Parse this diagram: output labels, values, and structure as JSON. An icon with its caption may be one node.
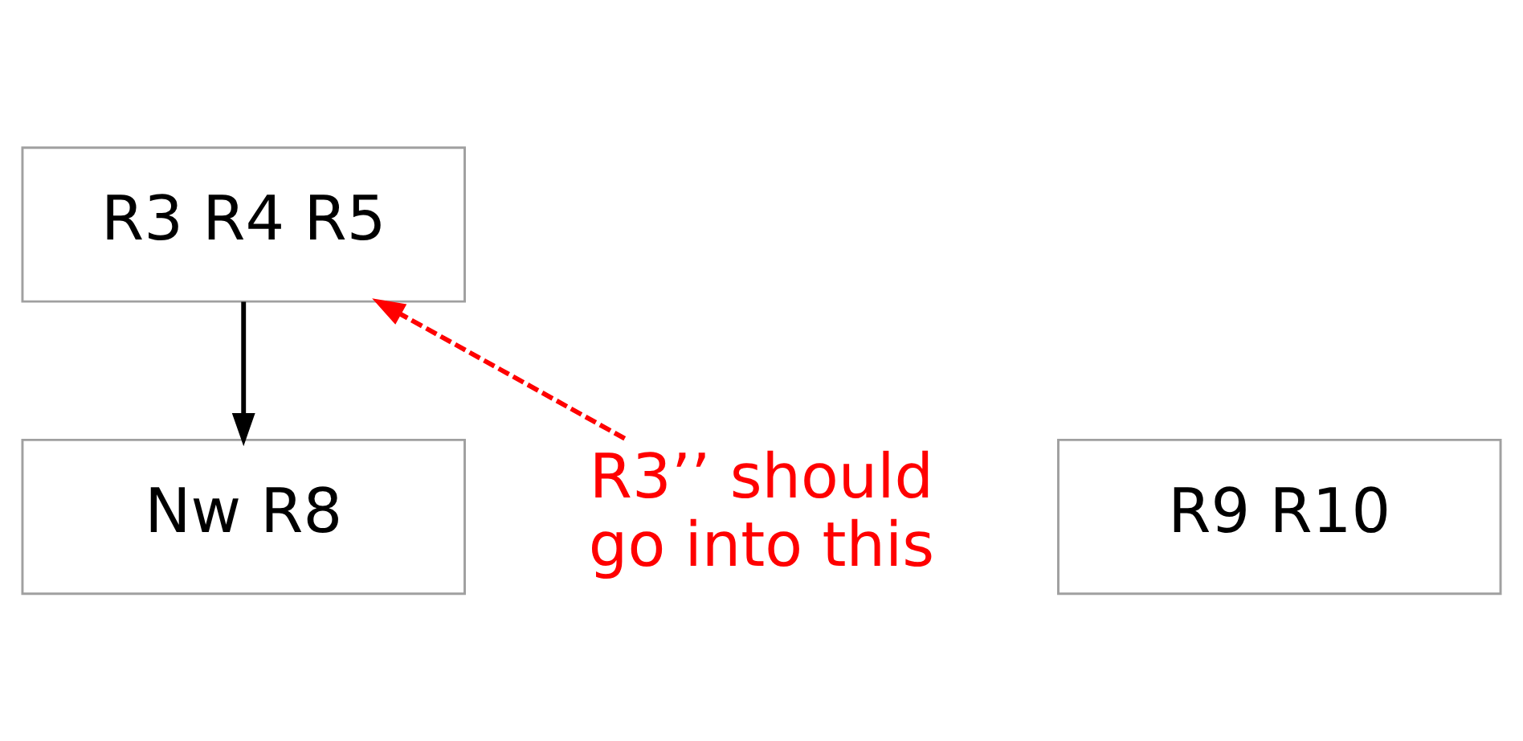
{
  "diagram": {
    "nodes": [
      {
        "text": [
          "R3 R4 R5"
        ]
      },
      {
        "text": [
          "Nw R8"
        ]
      },
      {
        "text": [
          "R9 R10"
        ]
      },
      {
        "text": [
          "R3’’ should go into this"
        ]
      }
    ],
    "edges": [
      {
        "from": 0,
        "to": 1,
        "arrow": "to"
      },
      {
        "from": 3,
        "to": 0,
        "arrow": "to",
        "style": "dashed",
        "color": "#ff0000"
      }
    ]
  }
}
